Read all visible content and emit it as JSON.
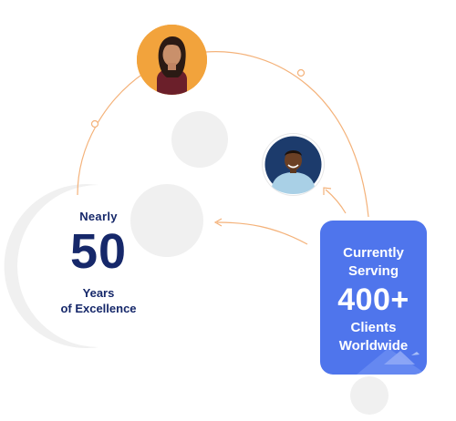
{
  "stats": {
    "years": {
      "prefix": "Nearly",
      "number": "50",
      "suffix_line1": "Years",
      "suffix_line2": "of Excellence"
    },
    "clients": {
      "line1": "Currently",
      "line2": "Serving",
      "number": "400+",
      "line3": "Clients",
      "line4": "Worldwide"
    }
  },
  "colors": {
    "navy": "#16286a",
    "card_blue": "#4f75ec",
    "orange_line": "#f4b27a",
    "avatar_orange": "#f2a33c",
    "soft_gray": "#f0f0f0"
  },
  "icons": {
    "avatars": [
      "woman-portrait",
      "man-portrait"
    ],
    "arrows": [
      "arrow-left",
      "arrow-up-left"
    ]
  }
}
